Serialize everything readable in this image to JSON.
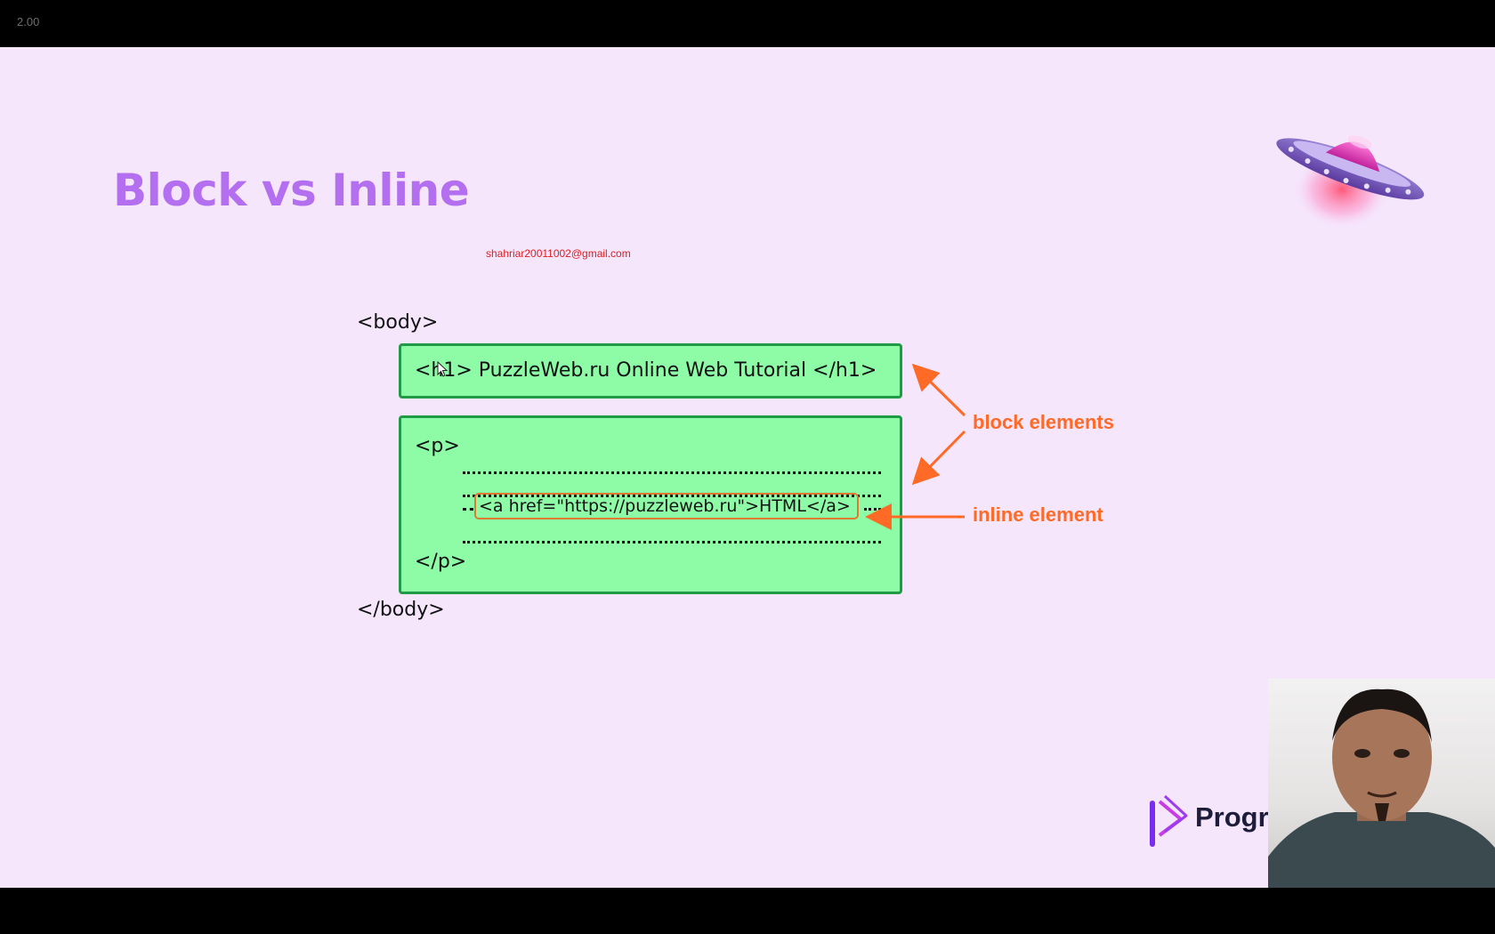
{
  "player": {
    "speed_label": "2.00"
  },
  "slide": {
    "title": "Block vs Inline",
    "watermark_email": "shahriar20011002@gmail.com",
    "code": {
      "body_open": "<body>",
      "h1_line": "<h1> PuzzleWeb.ru Online Web Tutorial </h1>",
      "p_open": "<p>",
      "anchor_line": "<a href=\"https://puzzleweb.ru\">HTML</a>",
      "p_close": "</p>",
      "body_close": "</body>"
    },
    "labels": {
      "block_elements": "block elements",
      "inline_element": "inline element"
    },
    "brand": {
      "name": "Programmin"
    },
    "colors": {
      "background": "#f5e6fc",
      "title": "#b46ff0",
      "box_fill": "#8efca6",
      "box_border": "#1f9a45",
      "annotation": "#ff6a26",
      "email": "#e01b1b"
    },
    "icons": [
      "ufo-icon",
      "brand-logo-icon",
      "mouse-cursor-icon"
    ]
  }
}
